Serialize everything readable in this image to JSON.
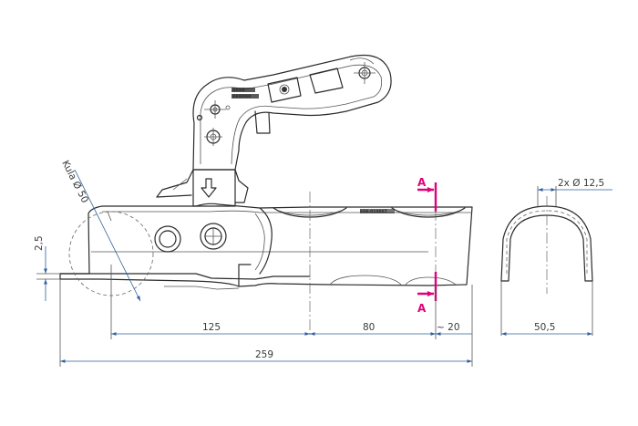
{
  "drawing": {
    "dimensions": {
      "d125": "125",
      "d80": "80",
      "d20": "~ 20",
      "d259": "259",
      "d2_5": "2,5",
      "d50_5": "50,5",
      "d2x": "2x Ø 12,5",
      "kula": "Kula Ø 50"
    },
    "section_marks": {
      "top": "A",
      "bottom": "A"
    },
    "colors": {
      "line": "#2b2b2b",
      "dimension": "#2f5f9e",
      "section": "#e0007a"
    },
    "handle_label_lines": [
      "BBBB",
      "BBBBBB"
    ],
    "body_stamp": "EEK-0100ST"
  }
}
